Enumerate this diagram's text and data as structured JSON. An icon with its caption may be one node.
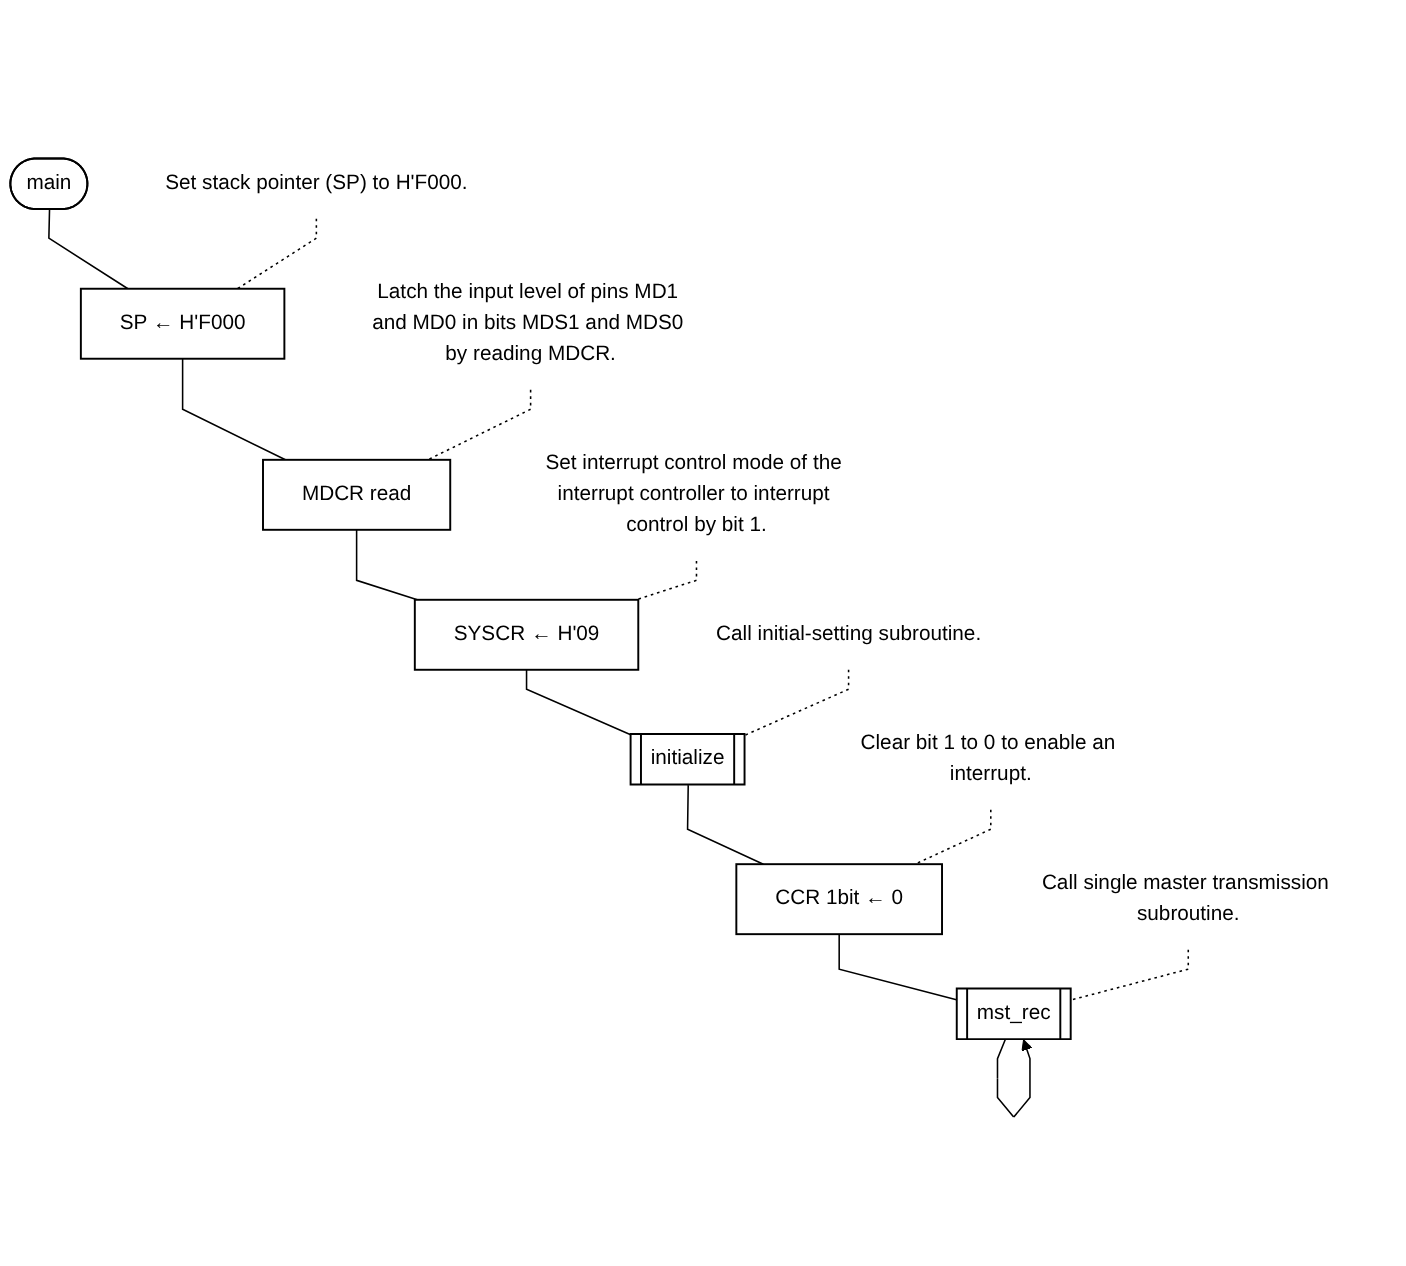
{
  "diagram": {
    "nodes": [
      {
        "text": [
          "main"
        ]
      },
      {
        "text": [
          "SP ← H'F000"
        ]
      },
      {
        "text": [
          "Set stack pointer (SP) to H'F000."
        ]
      },
      {
        "text": [
          "MDCR read"
        ]
      },
      {
        "text": [
          "Latch the input level of pins MD1 and MD0 in bits MDS1 and MDS0 by reading MDCR."
        ]
      },
      {
        "text": [
          "SYSCR ← H'09"
        ]
      },
      {
        "text": [
          "Set interrupt control mode of the interrupt controller to interrupt control by bit 1."
        ]
      },
      {
        "text": [
          "initialize"
        ]
      },
      {
        "text": [
          "Call initial-setting subroutine."
        ]
      },
      {
        "text": [
          "CCR 1bit ← 0"
        ]
      },
      {
        "text": [
          "Clear bit 1 to 0 to enable an interrupt."
        ]
      },
      {
        "text": [
          "mst_rec"
        ]
      },
      {
        "text": [
          "Call single master transmission subroutine."
        ]
      }
    ],
    "edges": [
      {
        "from": 0,
        "to": 1,
        "arrow": "none"
      },
      {
        "from": 1,
        "to": 3,
        "arrow": "none"
      },
      {
        "from": 3,
        "to": 5,
        "arrow": "none"
      },
      {
        "from": 5,
        "to": 7,
        "arrow": "none"
      },
      {
        "from": 7,
        "to": 9,
        "arrow": "none"
      },
      {
        "from": 9,
        "to": 11,
        "arrow": "none"
      },
      {
        "from": 11,
        "to": 11,
        "arrow": "to"
      },
      {
        "from": 2,
        "to": 1,
        "arrow": "none",
        "style": "dashed"
      },
      {
        "from": 4,
        "to": 3,
        "arrow": "none",
        "style": "dashed"
      },
      {
        "from": 6,
        "to": 5,
        "arrow": "none",
        "style": "dashed"
      },
      {
        "from": 8,
        "to": 7,
        "arrow": "none",
        "style": "dashed"
      },
      {
        "from": 10,
        "to": 9,
        "arrow": "none",
        "style": "dashed"
      },
      {
        "from": 12,
        "to": 11,
        "arrow": "none",
        "style": "dashed"
      }
    ]
  }
}
